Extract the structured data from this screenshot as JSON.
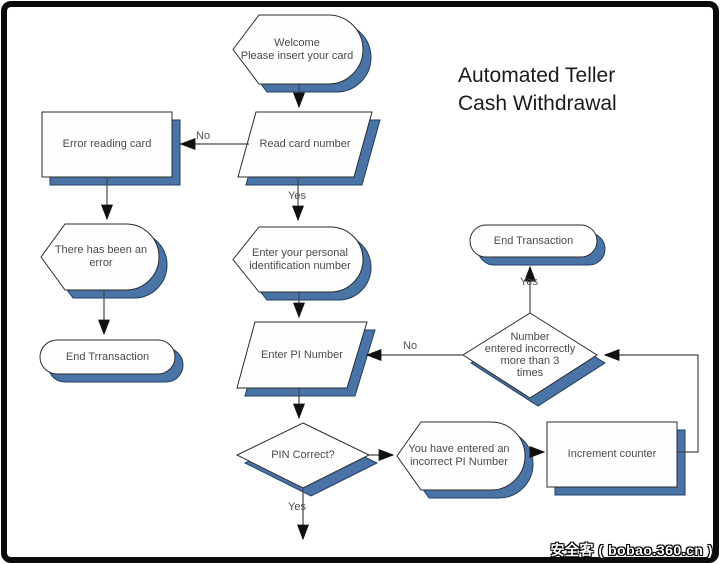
{
  "title": "Automated Teller\nCash Withdrawal",
  "watermark": "安全客 ( bobao.360.cn )",
  "nodes": {
    "welcome": "Welcome\nPlease insert your card",
    "read_card": "Read card number",
    "error_card": "Error reading card",
    "error_message": "There has been an\nerror",
    "end_left": "End Trransaction",
    "pin_prompt": "Enter your personal\nidentification number",
    "enter_pi": "Enter PI Number",
    "pin_correct": "PIN Correct?",
    "incorrect_pi": "You have entered an\nincorrect PI Number",
    "increment": "Increment counter",
    "retry_check": "Number\nentered incorrectly\nmore than 3\ntimes",
    "end_right": "End Transaction"
  },
  "edge_labels": {
    "read_no": "No",
    "read_yes": "Yes",
    "pin_yes": "Yes",
    "retry_no": "No",
    "retry_yes": "Yes"
  },
  "colors": {
    "shadow": "#4a74a6",
    "shadow_stroke": "#1d3f66",
    "line": "#474747",
    "shape_stroke": "#2b2b2b",
    "text": "#4a4a4a",
    "title": "#1b1b1b"
  }
}
